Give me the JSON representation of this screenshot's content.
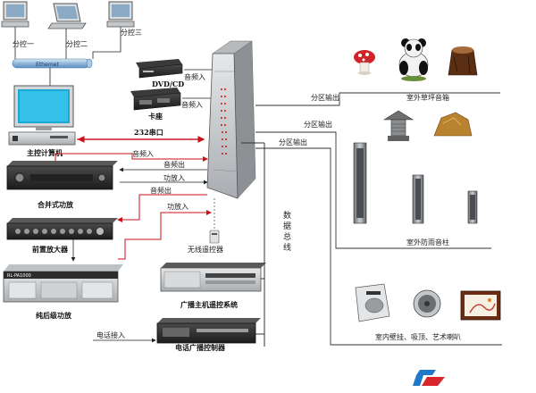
{
  "colors": {
    "signal_line": "#c8101a",
    "wire": "#222222",
    "bus": "#333333",
    "device_dark": "#2b2b2b",
    "device_silver": "#c9cccf",
    "ethernet_pipe": "#8fb7d9",
    "logo_blue": "#1f78c8",
    "logo_red": "#d8262d"
  },
  "control_pcs": {
    "pc1": "分控一",
    "pc2": "分控二",
    "pc3": "分控三",
    "network": "Ethernet"
  },
  "host": {
    "label": "主控计算机",
    "port_label": "232串口"
  },
  "sources": {
    "dvd_label": "DVD/CD",
    "deck_label": "卡座",
    "dvd_audio_in": "音频入",
    "deck_audio_in": "音频入"
  },
  "amps": {
    "integrated": "合并式功放",
    "preamp": "前置放大器",
    "power": "纯后级功放",
    "power_brand": "RL-PA1000",
    "audio_in": "音频入",
    "audio_out": "音频出",
    "amp_in": "功放入",
    "audio_out2": "音频出",
    "amp_in2": "功放入"
  },
  "remote": {
    "label": "无线遥控器"
  },
  "broadcast": {
    "host_label": "广播主机遥控系统",
    "phone_label": "电话广播控制器",
    "phone_in": "电话接入"
  },
  "bus": {
    "label": "数据总线"
  },
  "zones": {
    "zone_out1": "分区输出",
    "zone_out2": "分区输出",
    "zone_out3": "分区输出",
    "lawn_speakers": "室外草坪音箱",
    "rain_columns": "室外防雨音柱",
    "indoor_speakers": "室内壁挂、吸顶、艺术喇叭"
  }
}
